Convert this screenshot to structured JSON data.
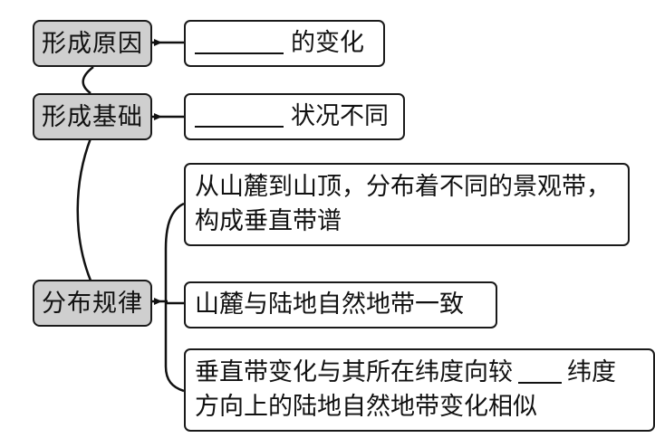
{
  "rows": [
    {
      "label": "形成原因",
      "content": {
        "text": "的变化"
      }
    },
    {
      "label": "形成基础",
      "content": {
        "text": "状况不同"
      }
    },
    {
      "label": "分布规律",
      "items": [
        {
          "line1": "从山麓到山顶，分布着不同的景观带，",
          "line2": "构成垂直带谱"
        },
        {
          "line1": "山麓与陆地自然地带一致"
        },
        {
          "line1_before": "垂直带变化与其所在纬度向较",
          "line1_after": "纬度",
          "line2": "方向上的陆地自然地带变化相似"
        }
      ]
    }
  ]
}
